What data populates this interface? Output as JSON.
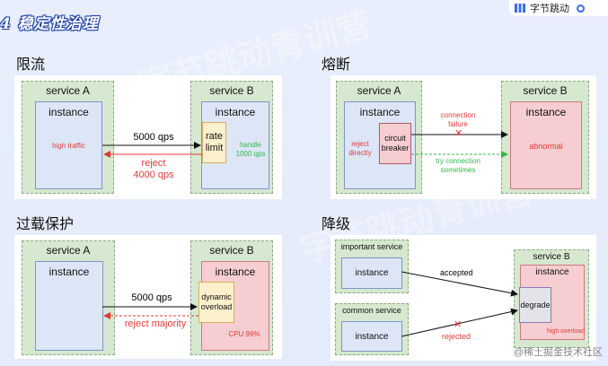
{
  "slide_heading": "4 稳定性治理",
  "brand": {
    "name": "字节跳动"
  },
  "watermark": "字节跳动青训营",
  "corner_watermark": "@稀土掘金技术社区",
  "sections": {
    "rate_limit": {
      "title": "限流",
      "service_a": "service A",
      "service_b": "service B",
      "instance_a": "instance",
      "instance_b": "instance",
      "traffic": "high traffic",
      "qps": "5000 qps",
      "limiter": "rate\nlimit",
      "handle": "handle\n1000 qps",
      "reject": "reject\n4000 qps"
    },
    "circuit_breaker": {
      "title": "熔断",
      "service_a": "service A",
      "service_b": "service B",
      "instance_a": "instance",
      "instance_b": "instance",
      "reject_directly": "reject\ndirectly",
      "breaker": "circuit\nbreaker",
      "failure": "connection\nfailure",
      "try": "try connection\nsometimes",
      "abnormal": "abnormal"
    },
    "overload": {
      "title": "过载保护",
      "service_a": "service A",
      "service_b": "service B",
      "instance_a": "instance",
      "instance_b": "instance",
      "qps": "5000 qps",
      "overload": "dynamic\noverload",
      "reject": "reject majority",
      "cpu": "CPU 99%"
    },
    "degrade": {
      "title": "降级",
      "important": "important service",
      "common": "common service",
      "service_b": "service B",
      "instance_imp": "instance",
      "instance_com": "instance",
      "instance_b": "instance",
      "accepted": "accepted",
      "rejected": "rejected",
      "degrade": "degrade",
      "high_overload": "high overload"
    }
  },
  "colors": {
    "accent_red": "#e03a3a",
    "accent_green": "#31b84a",
    "service_bg": "#d6e8d0",
    "instance_bg": "#dde6f7"
  }
}
